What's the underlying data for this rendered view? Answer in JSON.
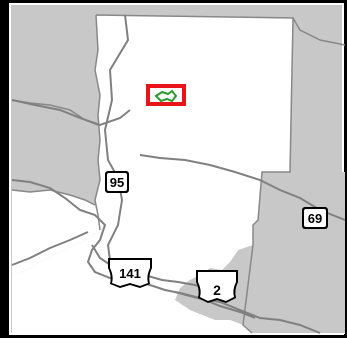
{
  "map": {
    "colors": {
      "background": "#c8c8c8",
      "county_fill": "#ffffff",
      "boundary": "#888888",
      "road": "#808080",
      "highlight_box": "#e8141a",
      "feature": "#2e9a2e",
      "frame": "#000000"
    },
    "highways": [
      {
        "number": "95",
        "type": "state-route"
      },
      {
        "number": "69",
        "type": "state-route"
      },
      {
        "number": "141",
        "type": "us-route"
      },
      {
        "number": "2",
        "type": "us-route"
      }
    ]
  }
}
